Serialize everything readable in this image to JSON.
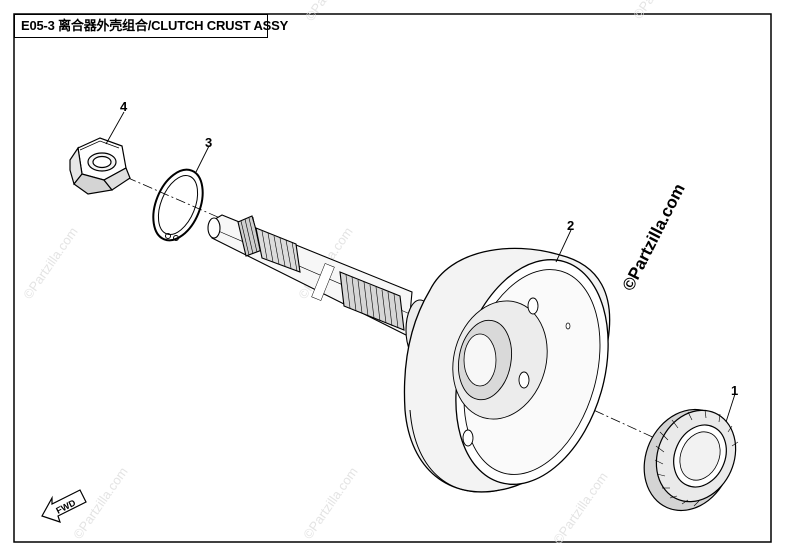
{
  "title": "E05-3 离合器外壳组合/CLUTCH CRUST ASSY",
  "callouts": [
    "1",
    "2",
    "3",
    "4"
  ],
  "fwd_label": "FWD",
  "watermark": "©Partzilla.com",
  "watermark_faint": "©Partzilla.com"
}
